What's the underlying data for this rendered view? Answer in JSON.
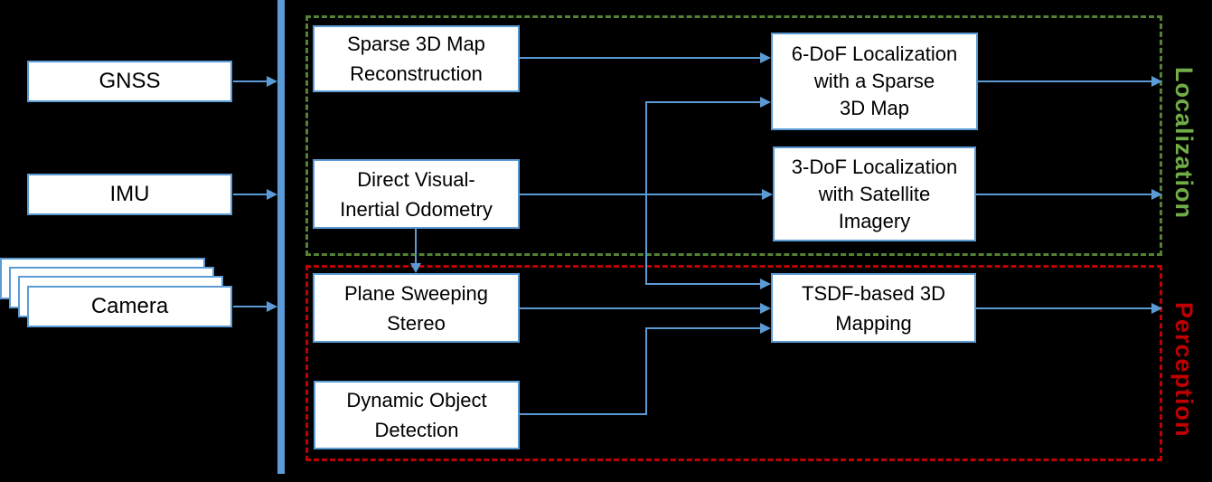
{
  "colors": {
    "background": "#000000",
    "box_fill": "#FFFFFF",
    "box_border": "#5B9BD5",
    "bus_bar": "#5B9BD5",
    "connector": "#5B9BD5",
    "text": "#000000",
    "localization_border": "#548235",
    "localization_label": "#70AD47",
    "perception_border": "#C00000",
    "perception_label": "#C00000"
  },
  "inputs": {
    "gnss": {
      "label": "GNSS"
    },
    "imu": {
      "label": "IMU"
    },
    "camera": {
      "label": "Camera"
    }
  },
  "modules": {
    "sparse_map": {
      "lines": [
        "Sparse 3D Map",
        "Reconstruction"
      ]
    },
    "dvio": {
      "lines": [
        "Direct Visual-",
        "Inertial Odometry"
      ]
    },
    "plane_sweeping": {
      "lines": [
        "Plane Sweeping",
        "Stereo"
      ]
    },
    "dynamic_object": {
      "lines": [
        "Dynamic Object",
        "Detection"
      ]
    },
    "loc_6dof": {
      "lines": [
        "6-DoF Localization",
        "with a Sparse",
        "3D Map"
      ]
    },
    "loc_3dof": {
      "lines": [
        "3-DoF Localization",
        "with Satellite",
        "Imagery"
      ]
    },
    "tsdf_mapping": {
      "lines": [
        "TSDF-based 3D",
        "Mapping"
      ]
    }
  },
  "groups": {
    "localization": {
      "label": "Localization"
    },
    "perception": {
      "label": "Perception"
    }
  }
}
